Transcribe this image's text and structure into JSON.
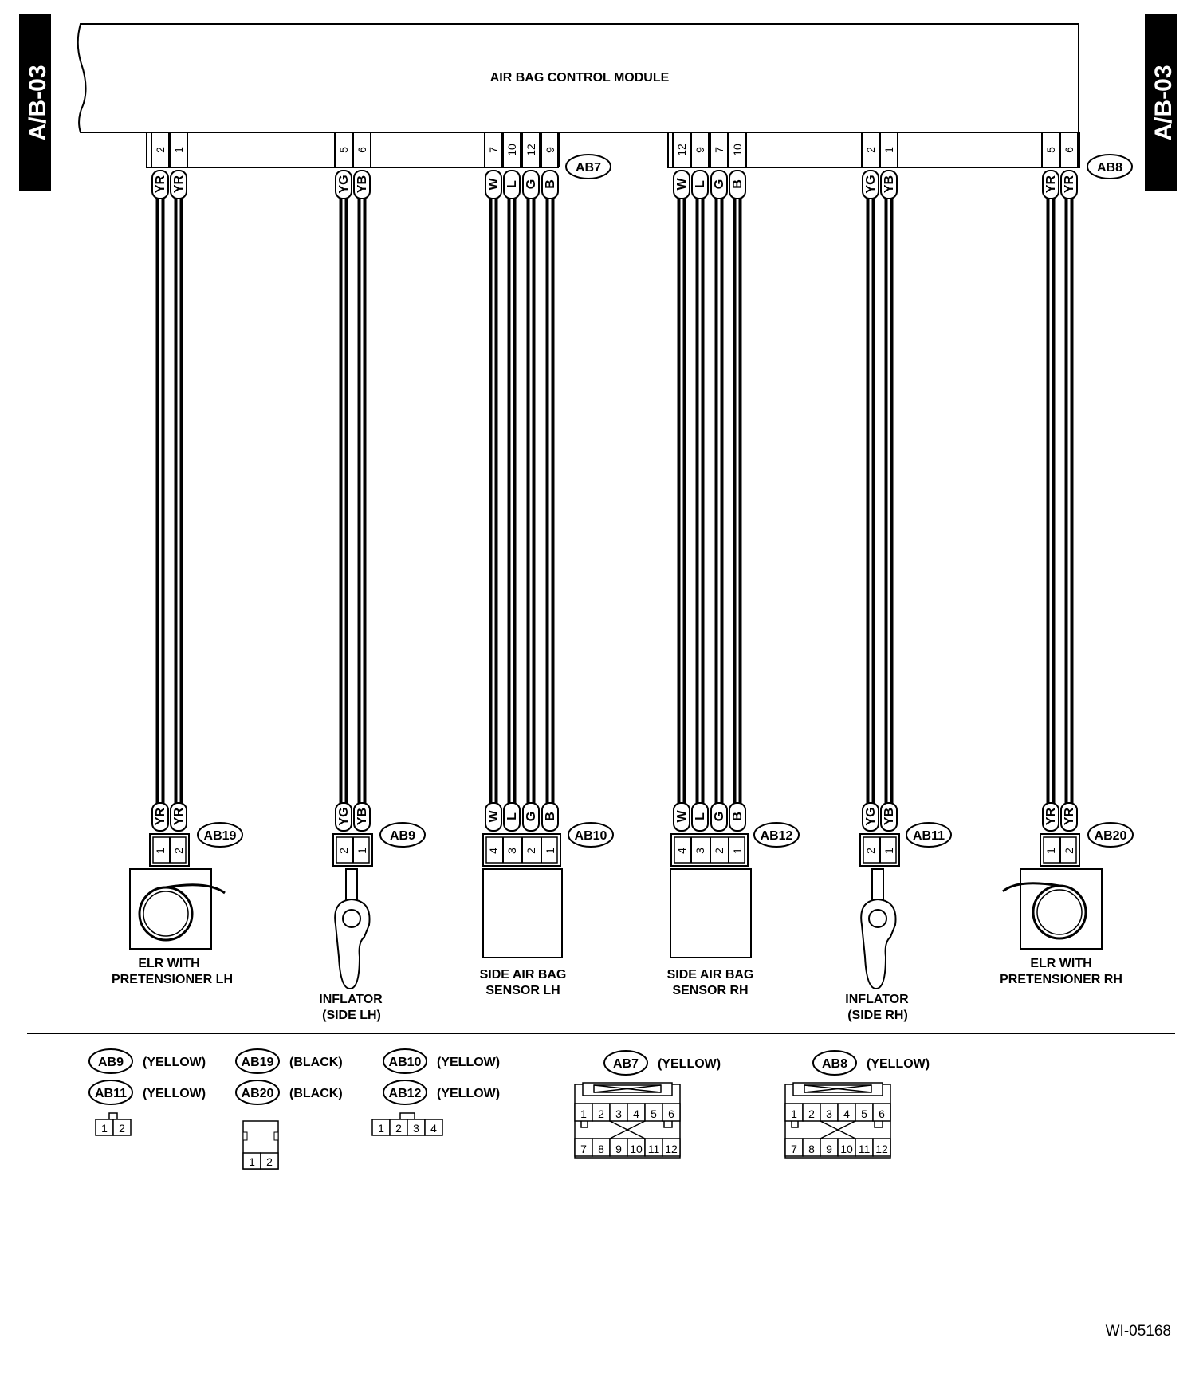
{
  "page_tag": "A/B-03",
  "module_title": "AIR BAG CONTROL MODULE",
  "figure_id": "WI-05168",
  "module_connectors": [
    {
      "id": "AB7",
      "groups": [
        {
          "pins": [
            "2",
            "1"
          ],
          "wires": [
            "YR",
            "YR"
          ]
        },
        {
          "pins": [
            "5",
            "6"
          ],
          "wires": [
            "YG",
            "YB"
          ]
        },
        {
          "pins": [
            "7",
            "10",
            "12",
            "9"
          ],
          "wires": [
            "W",
            "L",
            "G",
            "B"
          ]
        }
      ]
    },
    {
      "id": "AB8",
      "groups": [
        {
          "pins": [
            "12",
            "9",
            "7",
            "10"
          ],
          "wires": [
            "W",
            "L",
            "G",
            "B"
          ]
        },
        {
          "pins": [
            "2",
            "1"
          ],
          "wires": [
            "YG",
            "YB"
          ]
        },
        {
          "pins": [
            "5",
            "6"
          ],
          "wires": [
            "YR",
            "YR"
          ]
        }
      ]
    }
  ],
  "components": [
    {
      "connector": "AB19",
      "label": [
        "ELR WITH",
        "PRETENSIONER LH"
      ],
      "wires": [
        "YR",
        "YR"
      ],
      "pins": [
        "1",
        "2"
      ]
    },
    {
      "connector": "AB9",
      "label": [
        "INFLATOR",
        "(SIDE LH)"
      ],
      "wires": [
        "YG",
        "YB"
      ],
      "pins": [
        "2",
        "1"
      ]
    },
    {
      "connector": "AB10",
      "label": [
        "SIDE AIR BAG",
        "SENSOR LH"
      ],
      "wires": [
        "W",
        "L",
        "G",
        "B"
      ],
      "pins": [
        "4",
        "3",
        "2",
        "1"
      ]
    },
    {
      "connector": "AB12",
      "label": [
        "SIDE AIR BAG",
        "SENSOR RH"
      ],
      "wires": [
        "W",
        "L",
        "G",
        "B"
      ],
      "pins": [
        "4",
        "3",
        "2",
        "1"
      ]
    },
    {
      "connector": "AB11",
      "label": [
        "INFLATOR",
        "(SIDE RH)"
      ],
      "wires": [
        "YG",
        "YB"
      ],
      "pins": [
        "2",
        "1"
      ]
    },
    {
      "connector": "AB20",
      "label": [
        "ELR WITH",
        "PRETENSIONER RH"
      ],
      "wires": [
        "YR",
        "YR"
      ],
      "pins": [
        "1",
        "2"
      ]
    }
  ],
  "legend": [
    {
      "id": "AB9",
      "color": "(YELLOW)"
    },
    {
      "id": "AB11",
      "color": "(YELLOW)"
    },
    {
      "id": "AB19",
      "color": "(BLACK)"
    },
    {
      "id": "AB20",
      "color": "(BLACK)"
    },
    {
      "id": "AB10",
      "color": "(YELLOW)"
    },
    {
      "id": "AB12",
      "color": "(YELLOW)"
    },
    {
      "id": "AB7",
      "color": "(YELLOW)"
    },
    {
      "id": "AB8",
      "color": "(YELLOW)"
    }
  ],
  "connector_faces": {
    "two_pin": [
      "1",
      "2"
    ],
    "four_pin": [
      "1",
      "2",
      "3",
      "4"
    ],
    "twelve_pin_top": [
      "1",
      "2",
      "3",
      "4",
      "5",
      "6"
    ],
    "twelve_pin_bottom": [
      "7",
      "8",
      "9",
      "10",
      "11",
      "12"
    ]
  }
}
